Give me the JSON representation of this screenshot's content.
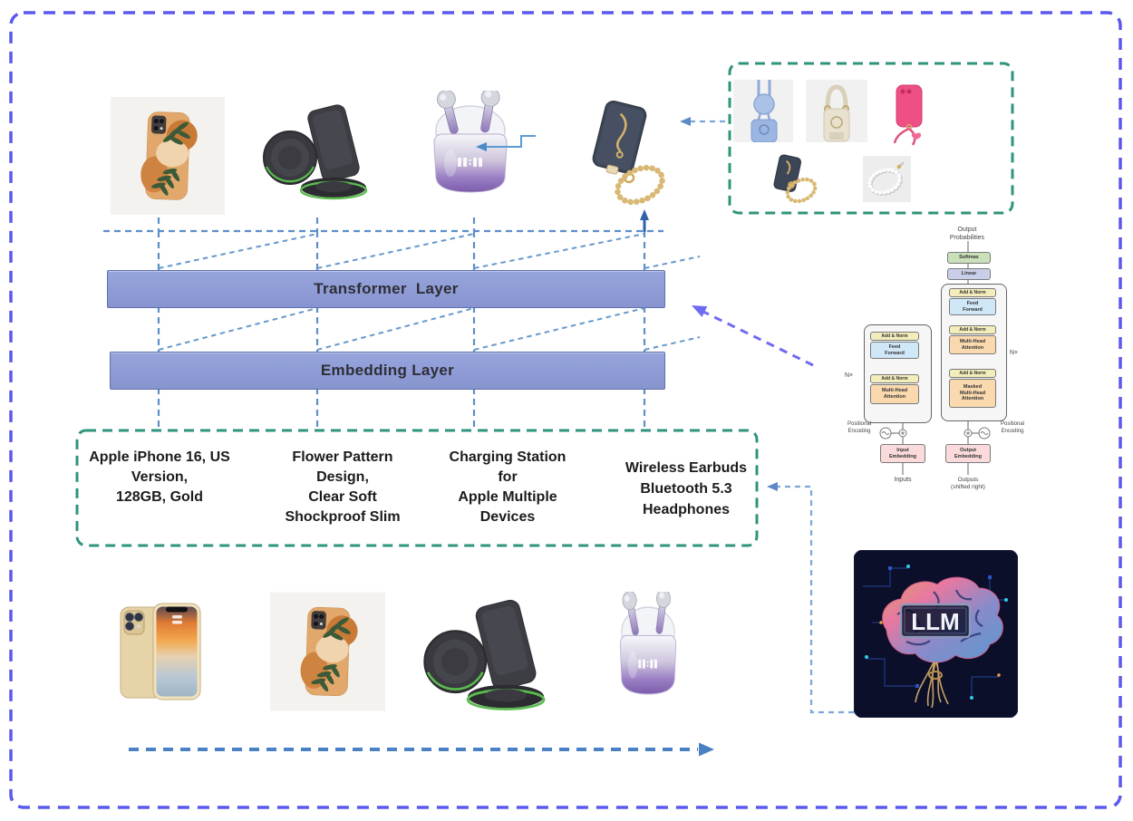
{
  "colors": {
    "outer_border_indigo": "#5a58ee",
    "flow_line_blue": "#5d8fc9",
    "candidate_box_green": "#2f947c",
    "layer_bar_fill": "#8f9dd6",
    "purple_arrow": "#6e6bf2",
    "bottom_arrow_blue": "#4a80c4"
  },
  "model": {
    "transformer_layer_label": "Transformer  Layer",
    "embedding_layer_label": "Embedding Layer"
  },
  "candidate_box": {
    "items": [
      {
        "lines": [
          "Apple iPhone 16, US",
          "Version,",
          "128GB, Gold"
        ]
      },
      {
        "lines": [
          "Flower Pattern",
          "Design,",
          "Clear Soft",
          "Shockproof Slim"
        ]
      },
      {
        "lines": [
          "Charging Station",
          "for",
          "Apple Multiple",
          "Devices"
        ]
      },
      {
        "lines": [
          "Wireless Earbuds",
          "Bluetooth 5.3",
          "Headphones"
        ]
      }
    ]
  },
  "transformer_figure": {
    "output_probabilities": "Output\nProbabilities",
    "softmax_label": "Softmax",
    "linear_label": "Linear",
    "add_norm_label": "Add & Norm",
    "feed_forward_label": "Feed\nForward",
    "multi_head_attention_label": "Multi-Head\nAttention",
    "masked_multi_head_attention_label": "Masked\nMulti-Head\nAttention",
    "n_times_label": "N×",
    "positional_encoding_label": "Positional\nEncoding",
    "input_embedding_label": "Input\nEmbedding",
    "output_embedding_label": "Output\nEmbedding",
    "inputs_label": "Inputs",
    "outputs_label": "Outputs\n(shifted right)"
  },
  "llm_figure": {
    "label": "LLM"
  }
}
